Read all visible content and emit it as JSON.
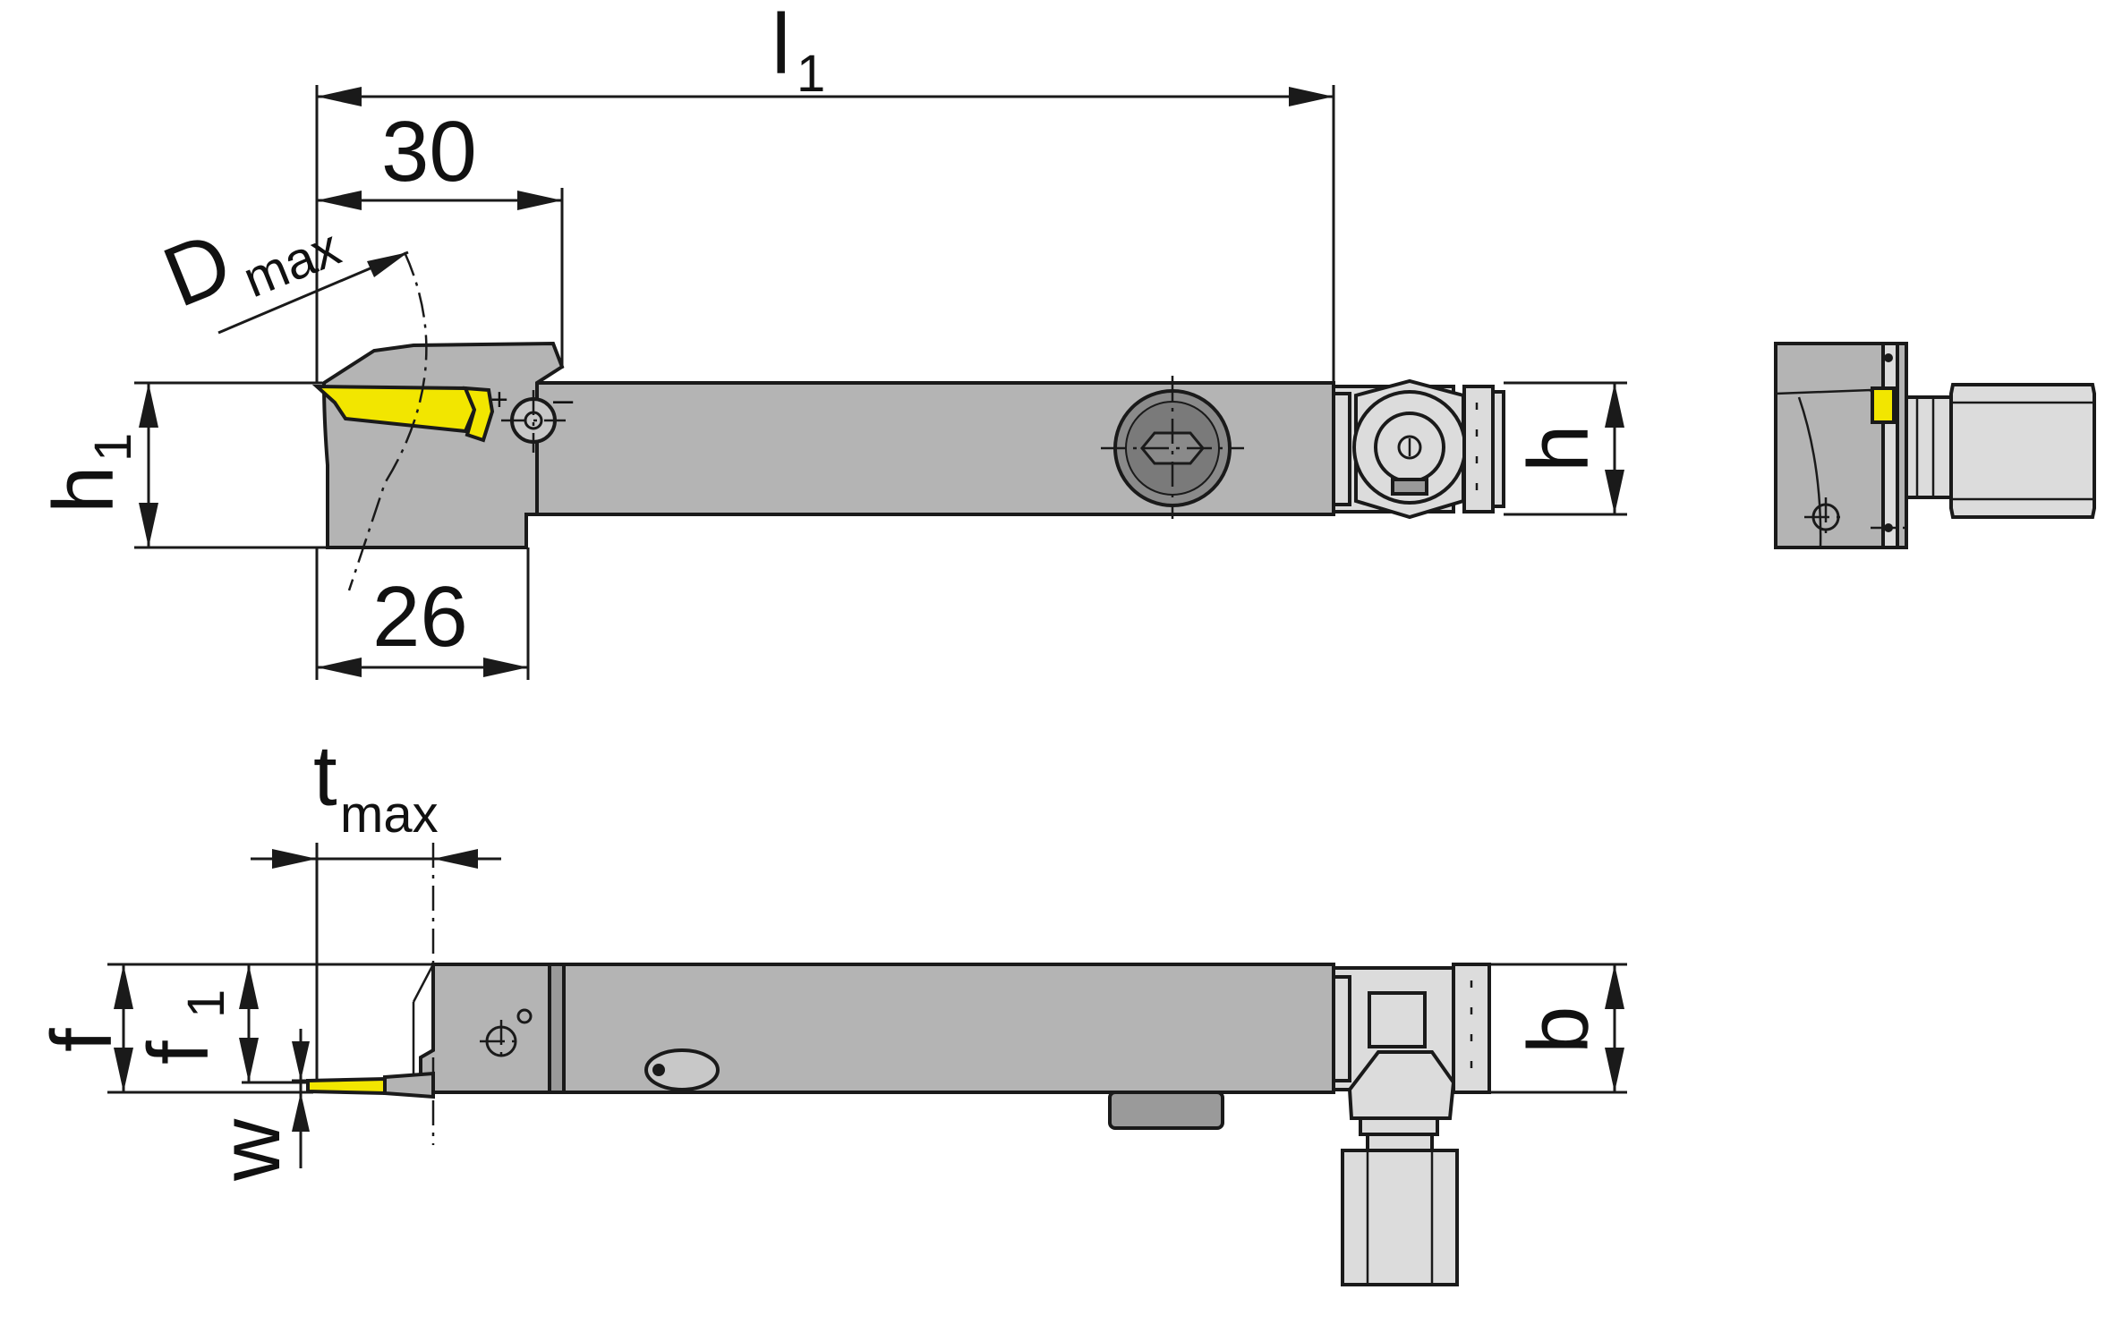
{
  "colors": {
    "body": "#b4b4b4",
    "insert": "#f2e600",
    "outline": "#1a1a1a"
  },
  "dimensions": {
    "l1": {
      "main": "l",
      "sub": "1"
    },
    "d30": "30",
    "d26": "26",
    "dmax": {
      "main": "D",
      "sub": "max"
    },
    "h1": {
      "main": "h",
      "sub": "1"
    },
    "h": "h",
    "tmax": {
      "main": "t",
      "sub": "max"
    },
    "f": "f",
    "f1": {
      "main": "f",
      "sub": "1"
    },
    "w": "w",
    "b": "b"
  },
  "marks": {
    "plus": "+",
    "minus": "–"
  }
}
